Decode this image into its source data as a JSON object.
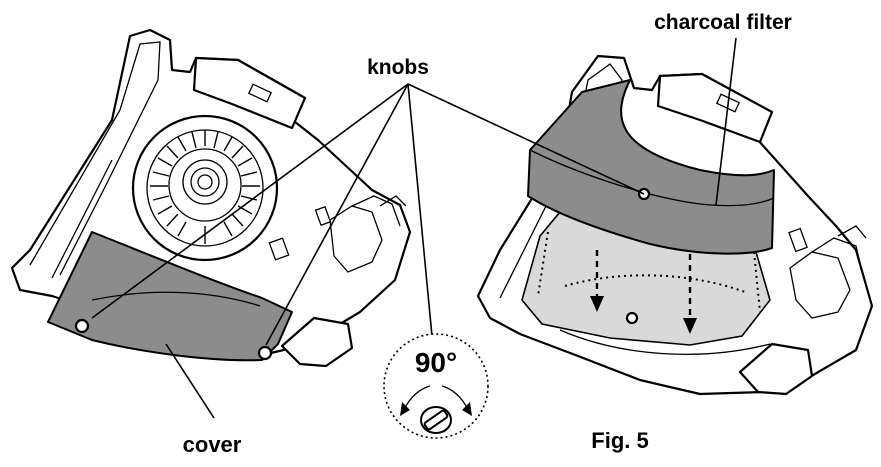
{
  "labels": {
    "knobs": "knobs",
    "charcoal_filter": "charcoal filter",
    "cover": "cover",
    "rotation": "90°",
    "figure": "Fig. 5"
  }
}
